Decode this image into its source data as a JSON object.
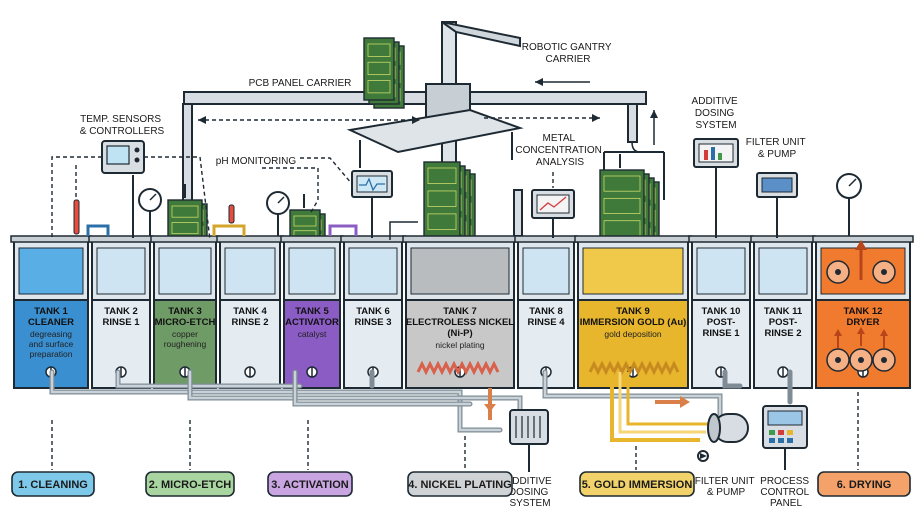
{
  "labels": {
    "gantry": [
      "ROBOTIC GANTRY",
      "CARRIER"
    ],
    "carrier": "PCB PANEL CARRIER",
    "temp": [
      "TEMP. SENSORS",
      "& CONTROLLERS"
    ],
    "ph": "pH MONITORING",
    "metal": [
      "METAL",
      "CONCENTRATION",
      "ANALYSIS"
    ],
    "dosing_top": [
      "ADDITIVE",
      "DOSING",
      "SYSTEM"
    ],
    "filter_top": [
      "FILTER UNIT",
      "& PUMP"
    ],
    "dosing_bottom": [
      "ADDITIVE",
      "DOSING",
      "SYSTEM"
    ],
    "filter_bottom": [
      "FILTER UNIT",
      "& PUMP"
    ],
    "control": [
      "PROCESS",
      "CONTROL",
      "PANEL"
    ]
  },
  "tanks": [
    {
      "name": [
        "TANK 1",
        "CLEANER"
      ],
      "sub": [
        "degreasing",
        "and surface",
        "preparation"
      ]
    },
    {
      "name": [
        "TANK 2",
        "RINSE 1"
      ],
      "sub": []
    },
    {
      "name": [
        "TANK 3",
        "MICRO-ETCH"
      ],
      "sub": [
        "copper",
        "roughening"
      ]
    },
    {
      "name": [
        "TANK 4",
        "RINSE 2"
      ],
      "sub": []
    },
    {
      "name": [
        "TANK 5",
        "ACTIVATOR"
      ],
      "sub": [
        "catalyst"
      ]
    },
    {
      "name": [
        "TANK 6",
        "RINSE 3"
      ],
      "sub": []
    },
    {
      "name": [
        "TANK 7",
        "ELECTROLESS NICKEL",
        "(Ni-P)"
      ],
      "sub": [
        "nickel plating"
      ]
    },
    {
      "name": [
        "TANK 8",
        "RINSE 4"
      ],
      "sub": []
    },
    {
      "name": [
        "TANK 9",
        "IMMERSION GOLD (Au)"
      ],
      "sub": [
        "gold deposition"
      ]
    },
    {
      "name": [
        "TANK 10",
        "POST-",
        "RINSE 1"
      ],
      "sub": []
    },
    {
      "name": [
        "TANK 11",
        "POST-",
        "RINSE 2"
      ],
      "sub": []
    },
    {
      "name": [
        "TANK 12",
        "DRYER"
      ],
      "sub": []
    }
  ],
  "stages": [
    {
      "label": "1. CLEANING",
      "color": "#7ec8ea"
    },
    {
      "label": "2. MICRO-ETCH",
      "color": "#a9d6a0"
    },
    {
      "label": "3. ACTIVATION",
      "color": "#c9a6e2"
    },
    {
      "label": "4. NICKEL PLATING",
      "color": "#cfd3d6"
    },
    {
      "label": "5. GOLD IMMERSION",
      "color": "#f2d36b"
    },
    {
      "label": "6. DRYING",
      "color": "#f4a26a"
    }
  ],
  "colors": {
    "outline": "#1e2a33",
    "rinse": "#e4ecf2",
    "cleaner": "#3a8fd0",
    "etch": "#6f9b67",
    "activator": "#8a5cc4",
    "nickel": "#c8c8c8",
    "gold": "#e7b62c",
    "dryer": "#f07a2e",
    "pcb": "#3f7a3a",
    "pipe": "#7f8c96"
  },
  "icons": [
    "thermometer-icon",
    "gauge-icon",
    "monitor-icon",
    "heater-coil-icon",
    "pump-icon",
    "fan-icon"
  ]
}
